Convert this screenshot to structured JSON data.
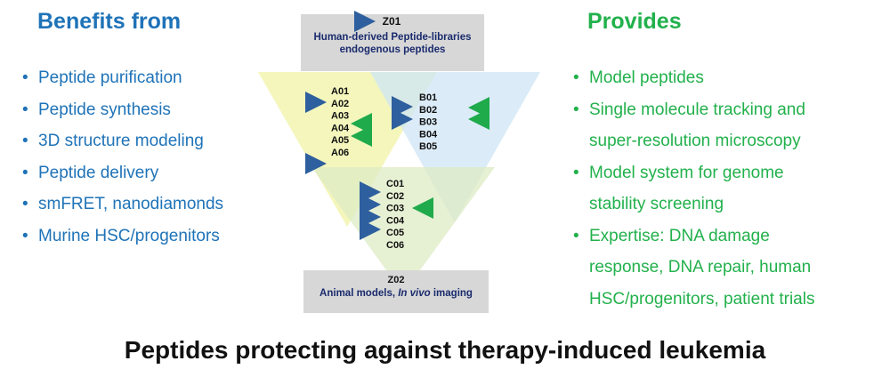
{
  "left": {
    "heading": "Benefits from",
    "items": [
      "Peptide purification",
      "Peptide synthesis",
      "3D structure modeling",
      "Peptide delivery",
      "smFRET, nanodiamonds",
      "Murine HSC/progenitors"
    ]
  },
  "right": {
    "heading": "Provides",
    "items": [
      "Model peptides",
      "Single molecule tracking and",
      "super-resolution microscopy",
      "Model system for genome",
      "stability screening",
      "Expertise: DNA damage",
      "response, DNA repair, human",
      "HSC/progenitors, patient trials"
    ],
    "bullets": [
      true,
      true,
      false,
      true,
      false,
      true,
      false,
      false
    ]
  },
  "diagram": {
    "top_box": {
      "code": "Z01",
      "line1": "Human-derived Peptide-libraries",
      "line2": "endogenous peptides"
    },
    "bottom_box": {
      "code": "Z02",
      "line1": "Animal models, ",
      "line1_italic": "In vivo",
      "line1_end": " imaging"
    },
    "group_a": [
      "A01",
      "A02",
      "A03",
      "A04",
      "A05",
      "A06"
    ],
    "group_b": [
      "B01",
      "B02",
      "B03",
      "B04",
      "B05"
    ],
    "group_c": [
      "C01",
      "C02",
      "C03",
      "C04",
      "C05",
      "C06"
    ],
    "colors": {
      "yellow": "#f2f4b0",
      "blue": "#cfe6f5",
      "green": "#ddebc4",
      "box": "#d7d7d7",
      "blue_arrow": "#2e5f9e",
      "green_arrow": "#1faa4b",
      "navy_text": "#1a2b6d"
    }
  },
  "footer": {
    "title": "Peptides protecting against therapy-induced leukemia"
  }
}
